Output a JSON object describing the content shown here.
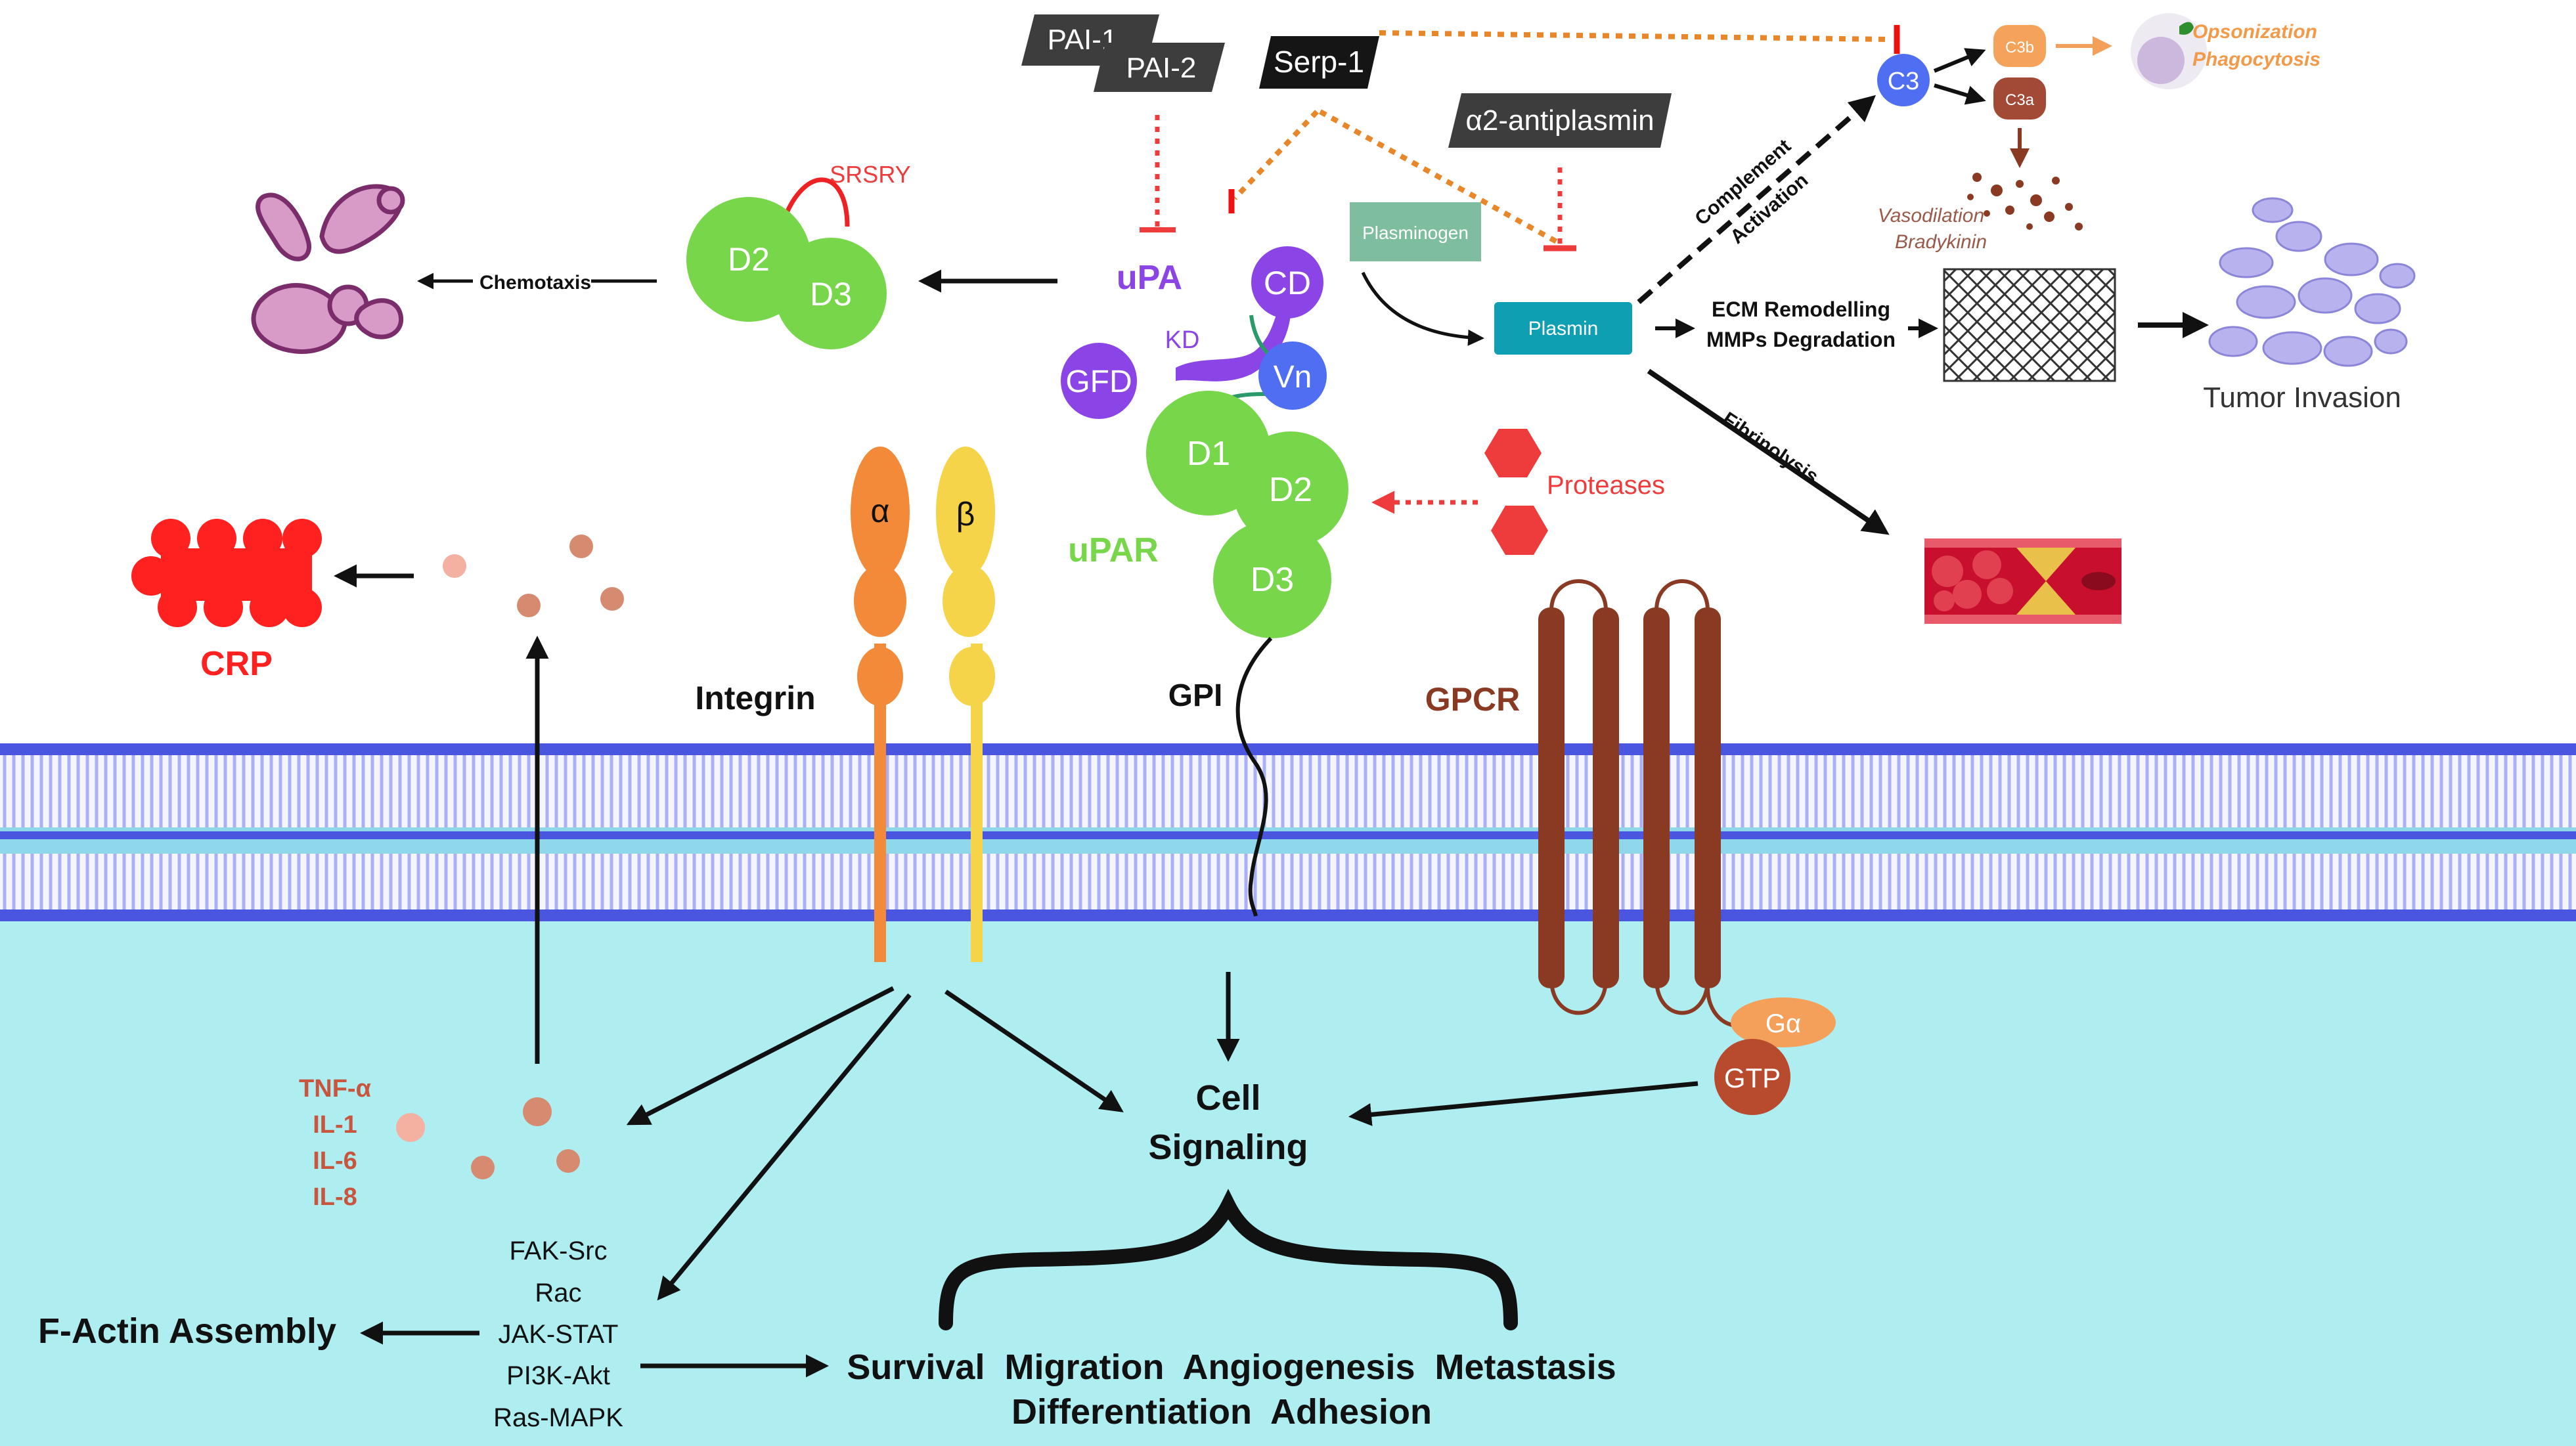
{
  "labels": {
    "pai1": "PAI-1",
    "pai2": "PAI-2",
    "serp1": "Serp-1",
    "a2antiplasmin": "α2-antiplasmin",
    "c3": "C3",
    "c3b": "C3b",
    "c3a": "C3a",
    "opsonization": "Opsonization",
    "phagocytosis": "Phagocytosis",
    "vasodilation": "Vasodilation",
    "bradykinin": "Bradykinin",
    "complement": "Complement",
    "activation": "Activation",
    "srsry": "SRSRY",
    "chemotaxis": "Chemotaxis",
    "upa": "uPA",
    "cd": "CD",
    "kd": "KD",
    "gfd": "GFD",
    "vn": "Vn",
    "d1": "D1",
    "d2": "D2",
    "d3": "D3",
    "upar": "uPAR",
    "gpi": "GPI",
    "plasminogen": "Plasminogen",
    "plasmin": "Plasmin",
    "ecm_remodelling": "ECM Remodelling",
    "mmps_degradation": "MMPs Degradation",
    "tumor_invasion": "Tumor Invasion",
    "fibrinolysis": "Fibrinolysis",
    "proteases": "Proteases",
    "alpha": "α",
    "beta": "β",
    "integrin": "Integrin",
    "gpcr": "GPCR",
    "galpha": "Gα",
    "gtp": "GTP",
    "crp": "CRP",
    "cytokines": [
      "TNF-α",
      "IL-1",
      "IL-6",
      "IL-8"
    ],
    "pathways": [
      "FAK-Src",
      "Rac",
      "JAK-STAT",
      "PI3K-Akt",
      "Ras-MAPK"
    ],
    "factin": "F-Actin Assembly",
    "cell": "Cell",
    "signaling": "Signaling",
    "outcomes1": "Survival  Migration  Angiogenesis  Metastasis",
    "outcomes2": "Differentiation  Adhesion"
  },
  "colors": {
    "upa_purple": "#8b45e6",
    "upar_green": "#78d64b",
    "protease_red": "#ee3b3b",
    "orange_dash": "#e8862a",
    "plasmin_teal": "#0e9fb2",
    "gpcr_brown": "#8a3a22",
    "cytoplasm": "#aeeef0",
    "membrane_blue": "#4a55e0",
    "crp_red": "#ff2020",
    "cytokine_label": "#c8553d"
  }
}
